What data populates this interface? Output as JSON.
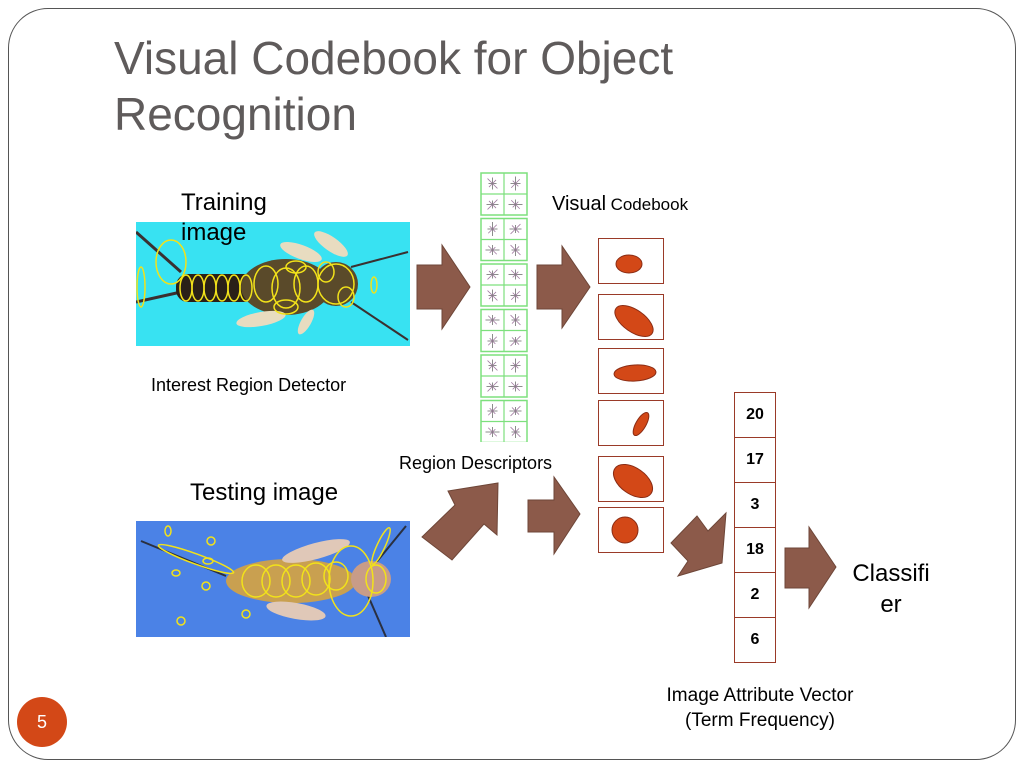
{
  "slide": {
    "title": "Visual Codebook for Object Recognition",
    "title_line1": "Visual Codebook for Object",
    "title_line2": "Recognition",
    "page_number": "5"
  },
  "labels": {
    "training_image_line1": "Training",
    "training_image_line2": "image",
    "interest_region_detector": "Interest Region Detector",
    "testing_image": "Testing image",
    "region_descriptors": "Region Descriptors",
    "visual_codebook_part1": "Visual",
    "visual_codebook_part2": "Codebook",
    "classifier_line1": "Classifi",
    "classifier_line2": "er",
    "image_attribute_vector_line1": "Image Attribute Vector",
    "image_attribute_vector_line2": "(Term Frequency)"
  },
  "attribute_vector": {
    "values": [
      "20",
      "17",
      "3",
      "18",
      "2",
      "6"
    ]
  },
  "codebook": {
    "entries": [
      {
        "shape": "small-ellipse"
      },
      {
        "shape": "tilted-ellipse"
      },
      {
        "shape": "wide-ellipse"
      },
      {
        "shape": "thin-tilted-ellipse"
      },
      {
        "shape": "large-tilted-ellipse"
      },
      {
        "shape": "circle"
      }
    ]
  },
  "region_descriptors": {
    "groups": 6,
    "cells_per_group": 4
  },
  "colors": {
    "arrow": "#8c5a4a",
    "codeword_fill": "#d34817",
    "codeword_border": "#9a3a28",
    "descriptor_grid": "#7de07d",
    "training_bg": "#38e2f2",
    "testing_bg": "#4b82e6",
    "feature_ellipse": "#f2e21a",
    "title_text": "#5f5b5b",
    "slide_number_bg": "#d34817"
  }
}
